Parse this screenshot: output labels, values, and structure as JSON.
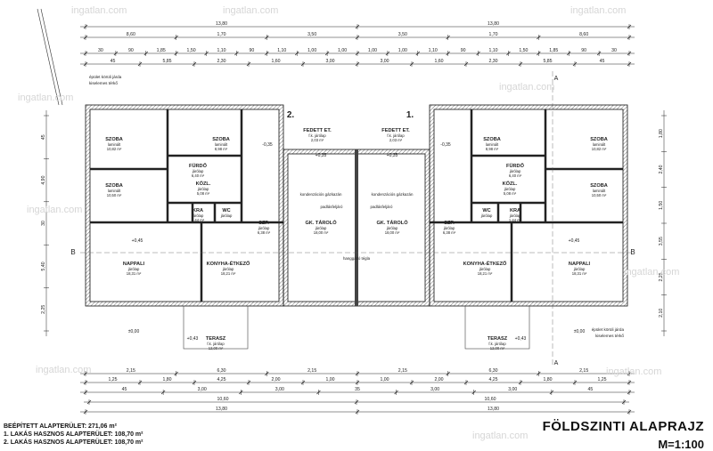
{
  "dims": {
    "top_row1": [
      "13,80",
      "13,80"
    ],
    "top_row2": [
      "8,60",
      "1,70",
      "3,50",
      "3,50",
      "1,70",
      "8,60"
    ],
    "top_row3": [
      "30",
      "90",
      "1,85",
      "1,50",
      "1,10",
      "90",
      "1,10",
      "1,00",
      "1,00",
      "1,00",
      "1,00",
      "1,10",
      "90",
      "1,10",
      "1,50",
      "1,85",
      "90",
      "30"
    ],
    "top_row4": [
      "45",
      "5,85",
      "2,30",
      "1,60",
      "3,00",
      "3,00",
      "1,60",
      "2,30",
      "5,85",
      "45"
    ],
    "bottom_row1": [
      "2,15",
      "6,30",
      "2,15",
      "2,15",
      "6,30",
      "2,15"
    ],
    "bottom_row2": [
      "1,25",
      "1,80",
      "4,25",
      "2,00",
      "1,00",
      "1,00",
      "2,00",
      "4,25",
      "1,80",
      "1,25"
    ],
    "bottom_row3": [
      "45",
      "3,00",
      "3,00",
      "35",
      "3,00",
      "3,00",
      "45"
    ],
    "bottom_row4": [
      "10,60",
      "10,60"
    ],
    "bottom_row5": [
      "13,80",
      "13,80"
    ],
    "left_side": [
      "45",
      "4,90",
      "30",
      "5,40",
      "2,25"
    ],
    "right_side": [
      "1,80",
      "2,40",
      "1,50",
      "3,55",
      "2,25",
      "2,10"
    ]
  },
  "rooms": [
    {
      "name": "SZOBA",
      "sub": "laminált",
      "area": "10,82 m²"
    },
    {
      "name": "SZOBA",
      "sub": "laminált",
      "area": "8,98 m²"
    },
    {
      "name": "SZOBA",
      "sub": "laminált",
      "area": "10,50 m²"
    },
    {
      "name": "FÜRDŐ",
      "sub": "járólap",
      "area": "6,40 m²"
    },
    {
      "name": "KÖZL.",
      "sub": "járólap",
      "area": "5,08 m²"
    },
    {
      "name": "KRA",
      "sub": "járólap",
      "area": "1,44 m²"
    },
    {
      "name": "WC",
      "sub": "járólap",
      "area": ""
    },
    {
      "name": "SZF.",
      "sub": "járólap",
      "area": "6,38 m²"
    },
    {
      "name": "NAPPALI",
      "sub": "járólap",
      "area": "18,31 m²"
    },
    {
      "name": "KONYHA-ÉTKEZŐ",
      "sub": "járólap",
      "area": "18,21 m²"
    },
    {
      "name": "GK. TÁROLÓ",
      "sub": "járólap",
      "area": "18,00 m²"
    },
    {
      "name": "FEDETT ET.",
      "sub": "f.k. járólap",
      "area": "2,03 m²"
    },
    {
      "name": "TERASZ",
      "sub": "f.k. járólap",
      "area": "12,00 m²"
    }
  ],
  "unit_labels": [
    "2.",
    "1."
  ],
  "section_labels": [
    "A",
    "B"
  ],
  "annotations": {
    "sidewalk": "épület körüli járda",
    "sidewalk_sub": "kiselemes térkő",
    "boiler": "kondenzációs gázkazán",
    "attic": "padlásfeljáró",
    "wall": "hanggátló tégla",
    "level_zero": "±0,00",
    "level_plus": "+0,45",
    "level_terrace": "+0,43",
    "level_minus": "-0,35",
    "level_plus035": "+0,35"
  },
  "footer": {
    "built": "BEÉPÍTETT ALAPTERÜLET: 271,06 m²",
    "unit1": "1. LAKÁS HASZNOS ALAPTERÜLET: 108,70 m²",
    "unit2": "2. LAKÁS HASZNOS ALAPTERÜLET: 108,70 m²"
  },
  "title": "FÖLDSZINTI ALAPRAJZ",
  "scale": "M=1:100",
  "watermark": "ingatlan.com"
}
